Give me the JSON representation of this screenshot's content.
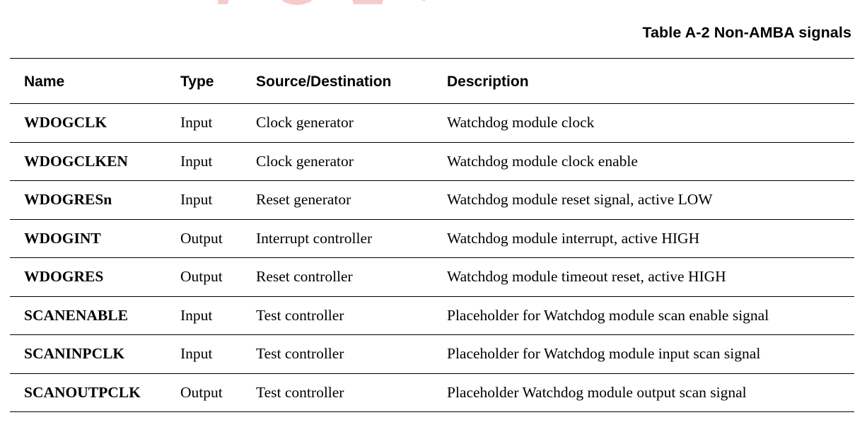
{
  "colors": {
    "watermark": "#f4cccc",
    "text": "#000000",
    "rule": "#000000"
  },
  "caption": "Table A-2 Non-AMBA signals",
  "table": {
    "headers": [
      "Name",
      "Type",
      "Source/Destination",
      "Description"
    ],
    "rows": [
      {
        "name": "WDOGCLK",
        "type": "Input",
        "source": "Clock generator",
        "description": "Watchdog module clock"
      },
      {
        "name": "WDOGCLKEN",
        "type": "Input",
        "source": "Clock generator",
        "description": "Watchdog module clock enable"
      },
      {
        "name": "WDOGRESn",
        "type": "Input",
        "source": "Reset generator",
        "description": "Watchdog module reset signal, active LOW"
      },
      {
        "name": "WDOGINT",
        "type": "Output",
        "source": "Interrupt controller",
        "description": "Watchdog module interrupt, active HIGH"
      },
      {
        "name": "WDOGRES",
        "type": "Output",
        "source": "Reset controller",
        "description": "Watchdog module timeout reset, active HIGH"
      },
      {
        "name": "SCANENABLE",
        "type": "Input",
        "source": "Test controller",
        "description": "Placeholder for Watchdog module scan enable signal"
      },
      {
        "name": "SCANINPCLK",
        "type": "Input",
        "source": "Test controller",
        "description": "Placeholder for Watchdog module input scan signal"
      },
      {
        "name": "SCANOUTPCLK",
        "type": "Output",
        "source": "Test controller",
        "description": "Placeholder Watchdog module output scan signal"
      }
    ]
  }
}
